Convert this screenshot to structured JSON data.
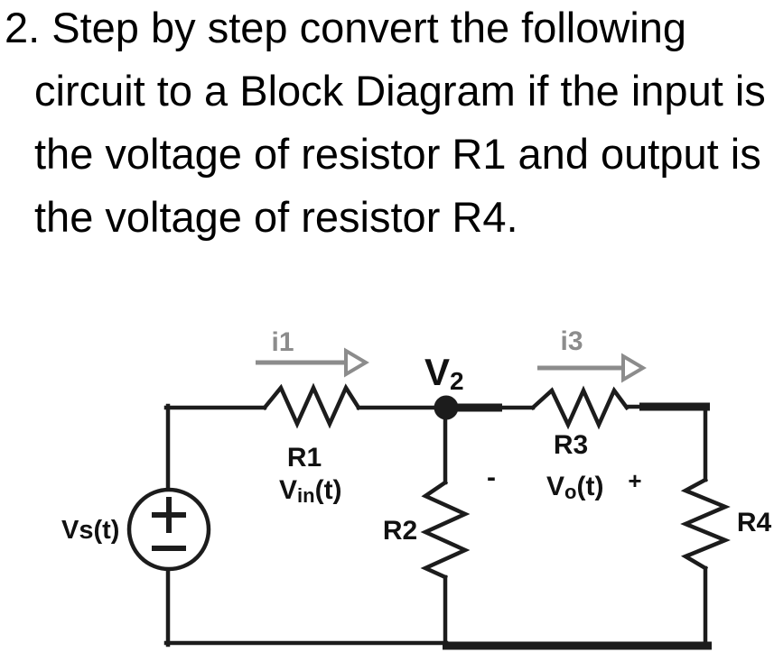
{
  "problem": {
    "lines": [
      "2. Step by step convert the following",
      "circuit to a Block Diagram if the input is",
      "the voltage of resistor R1 and output is",
      "the voltage of resistor R4."
    ]
  },
  "circuit": {
    "source_label": "Vs(t)",
    "source_polarity": {
      "plus": "+",
      "minus": "−"
    },
    "current1_label": "i1",
    "current3_label": "i3",
    "node_label": {
      "main": "V",
      "sub": "2"
    },
    "r1_label": "R1",
    "vin_label": {
      "main": "V",
      "sub": "in",
      "rest": "(t)"
    },
    "r2_label": "R2",
    "r3_label": "R3",
    "vo_label": {
      "main": "V",
      "sub": "o",
      "rest": "(t)"
    },
    "vo_polarity": {
      "minus": "-",
      "plus": "+"
    },
    "r4_label": "R4",
    "colors": {
      "wire": "#1c1c1c",
      "arrow": "#8c8c8c",
      "label": "#111111",
      "background": "#ffffff"
    }
  }
}
